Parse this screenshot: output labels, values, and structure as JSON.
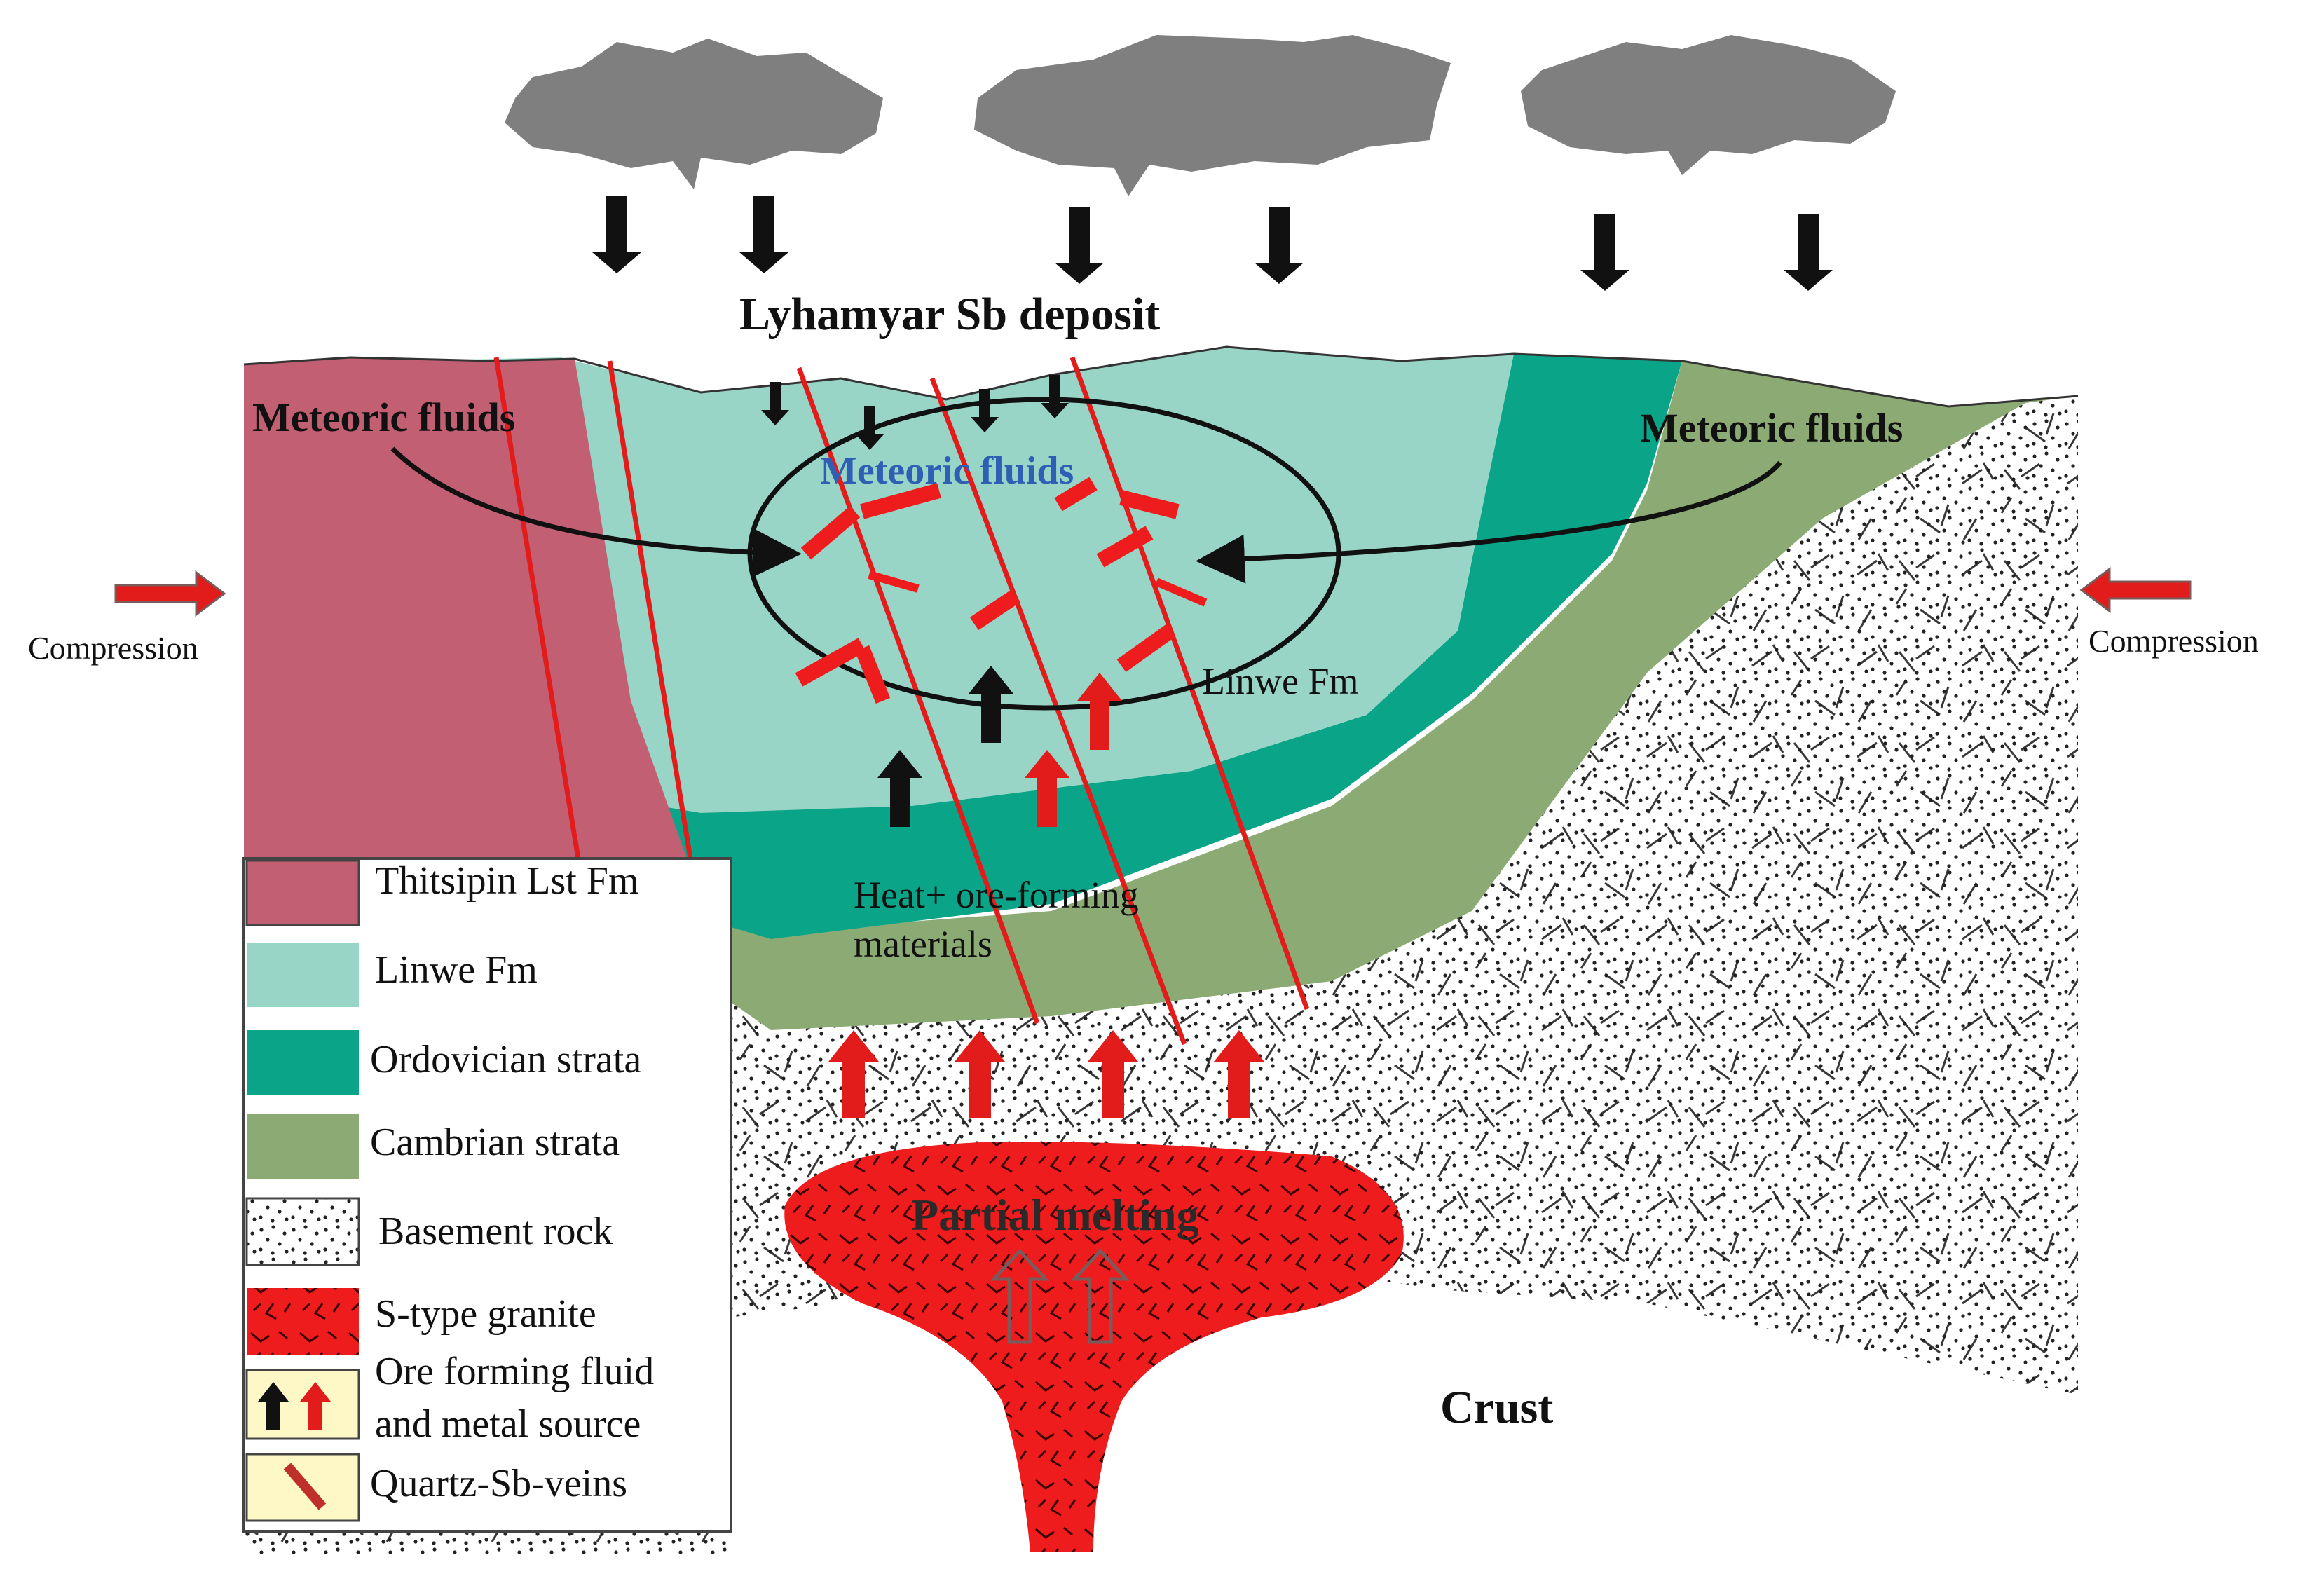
{
  "title": "Lyhamyar Sb deposit",
  "labels": {
    "meteoric_left": "Meteoric fluids",
    "meteoric_right": "Meteoric fluids",
    "meteoric_center": "Meteoric fluids",
    "compression_left": "Compression",
    "compression_right": "Compression",
    "linwe": "Linwe Fm",
    "heat_line1": "Heat+ ore-forming",
    "heat_line2": "materials",
    "partial_melting": "Partial melting",
    "crust": "Crust"
  },
  "legend": [
    {
      "label": "Thitsipin Lst Fm",
      "swatch": "thitsipin"
    },
    {
      "label": "Linwe Fm",
      "swatch": "linwe"
    },
    {
      "label": "Ordovician strata",
      "swatch": "ordovician"
    },
    {
      "label": "Cambrian strata",
      "swatch": "cambrian"
    },
    {
      "label": "Basement rock",
      "swatch": "basement"
    },
    {
      "label": "S-type granite",
      "swatch": "granite"
    },
    {
      "label_line1": "Ore forming fluid",
      "label_line2": "and metal source",
      "swatch": "arrows"
    },
    {
      "label": "Quartz-Sb-veins",
      "swatch": "vein"
    }
  ],
  "colors": {
    "thitsipin": "#c25f72",
    "linwe": "#98d5c6",
    "ordovician": "#0aa588",
    "cambrian": "#8caa73",
    "granite": "#ee1c1c",
    "cloud": "#7f7f7f",
    "legend_fill": "#fdf8c6",
    "fault": "#e21b1b"
  }
}
